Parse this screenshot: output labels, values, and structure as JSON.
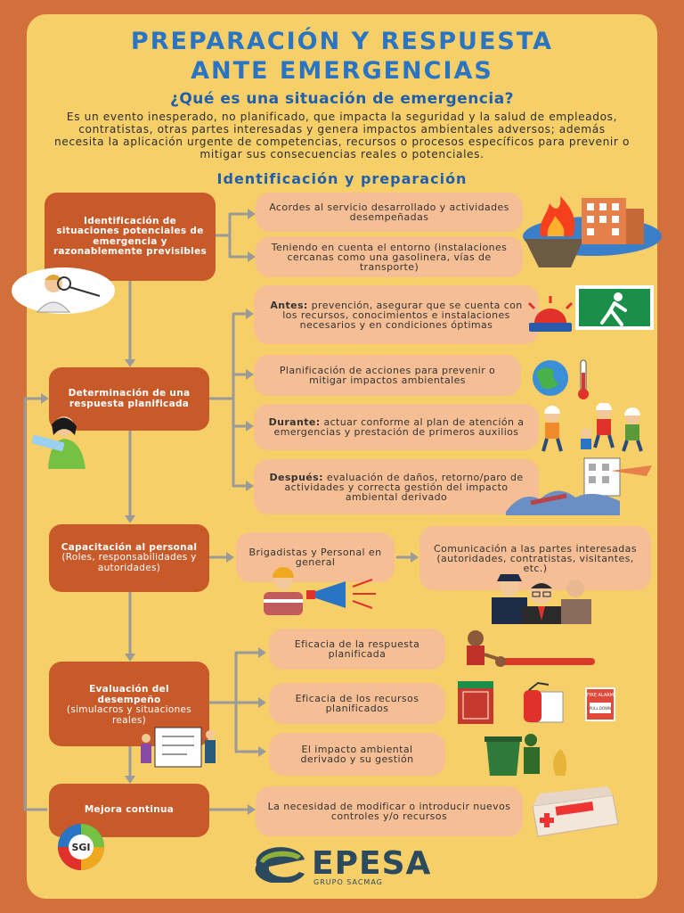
{
  "title_line1": "PREPARACIÓN Y RESPUESTA",
  "title_line2": "ANTE EMERGENCIAS",
  "subtitle": "¿Qué es una situación de emergencia?",
  "intro": "Es un evento inesperado, no planificado, que impacta la seguridad y la salud de empleados, contratistas, otras partes interesadas y genera impactos ambientales adversos; además necesita la aplicación urgente de competencias, recursos o procesos específicos para prevenir o mitigar sus consecuencias reales o potenciales.",
  "section_title": "Identificación y preparación",
  "steps": {
    "identificacion": "Identificación de situaciones potenciales de emergencia y razonablemente previsibles",
    "determinacion": "Determinación de una respuesta planificada",
    "capacitacion_bold": "Capacitación al personal",
    "capacitacion_light": "(Roles, responsabilidades y autoridades)",
    "evaluacion_bold": "Evaluación del desempeño",
    "evaluacion_light": "(simulacros y situaciones reales)",
    "mejora": "Mejora continua"
  },
  "details": {
    "acordes": "Acordes al servicio desarrollado y actividades desempeñadas",
    "entorno": "Teniendo en cuenta el entorno (instalaciones cercanas como una gasolinera, vías de transporte)",
    "antes_label": "Antes:",
    "antes_text": " prevención, asegurar que se cuenta con los recursos, conocimientos e instalaciones necesarios y en condiciones óptimas",
    "planificacion": "Planificación de acciones para prevenir o mitigar impactos ambientales",
    "durante_label": "Durante:",
    "durante_text": "  actuar conforme al plan de atención a emergencias y prestación de primeros auxilios",
    "despues_label": "Después:",
    "despues_text": " evaluación de daños, retorno/paro de actividades y correcta gestión del impacto ambiental derivado",
    "brigadistas": "Brigadistas y Personal en general",
    "comunicacion": "Comunicación a las partes interesadas (autoridades, contratistas, visitantes, etc.)",
    "eficacia_respuesta": "Eficacia de la respuesta planificada",
    "eficacia_recursos": "Eficacia de los recursos planificados",
    "impacto": "El  impacto  ambiental derivado y su gestión",
    "necesidad": "La necesidad de modificar o introducir nuevos controles y/o recursos"
  },
  "sign_fire_alarm": "FIRE ALARM",
  "sign_pull_down": "PULL DOWN",
  "sgi_label": "SGI",
  "logo_name": "EPESA",
  "logo_sub": "GRUPO SACMAG",
  "colors": {
    "background": "#d2703c",
    "panel": "#f7cf68",
    "title": "#2a74c4",
    "step_box": "#c85a2a",
    "detail_box": "#f6be95",
    "connector": "#9a9a9a"
  }
}
